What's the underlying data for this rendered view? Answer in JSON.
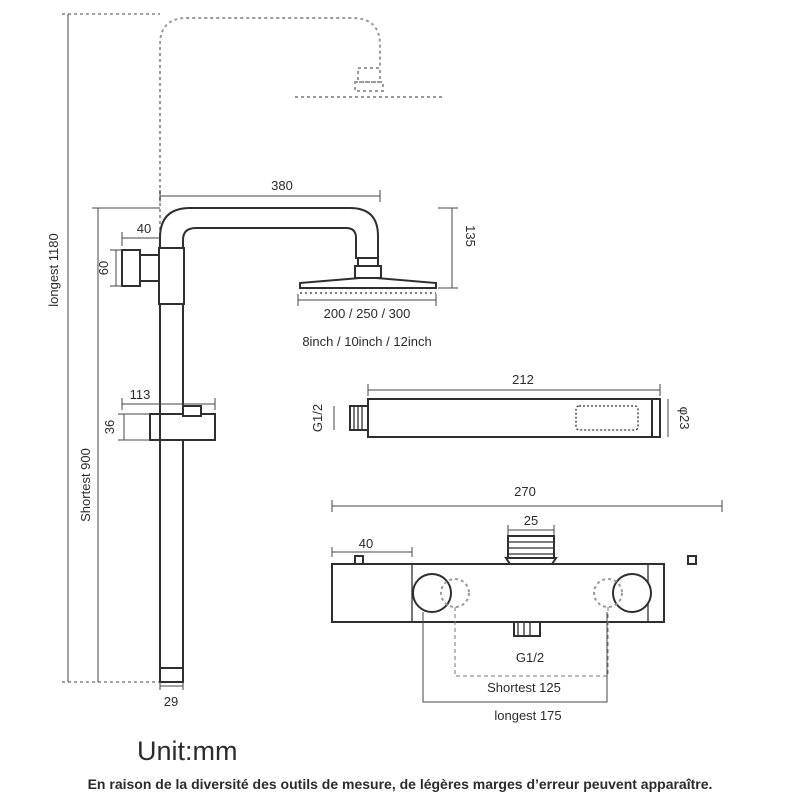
{
  "labels": {
    "rail_longest": "longest 1180",
    "rail_shortest": "Shortest 900",
    "arm_length": "380",
    "wall_bracket_width": "40",
    "wall_bracket_height": "60",
    "head_drop": "135",
    "head_sizes_mm": "200 / 250 / 300",
    "head_sizes_inch": "8inch / 10inch / 12inch",
    "holder_width": "113",
    "holder_height": "36",
    "rail_base": "29",
    "handshower_length": "212",
    "handshower_thread": "G1/2",
    "handshower_diameter": "φ23",
    "valve_width": "270",
    "valve_outlet_width": "25",
    "valve_side": "40",
    "valve_inlet_thread": "G1/2",
    "centers_shortest": "Shortest  125",
    "centers_longest": "longest  175"
  },
  "unit": "Unit:mm",
  "note": "En raison de la diversité des outils de mesure, de légères marges d’erreur peuvent apparaître."
}
